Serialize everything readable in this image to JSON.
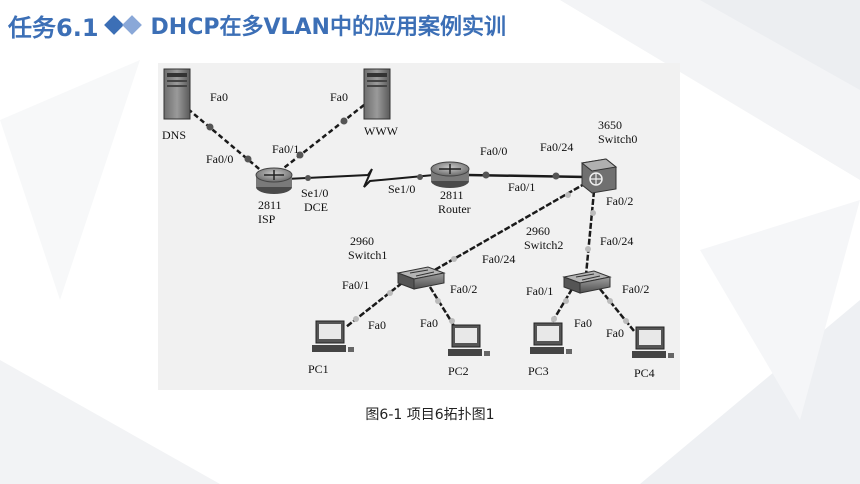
{
  "header": {
    "prefix": "任务6.1",
    "title": "DHCP在多VLAN中的应用案例实训"
  },
  "caption": "图6-1 项目6拓扑图1",
  "colors": {
    "accent": "#3c6fb6",
    "accent_light": "#8aa8d8",
    "diagram_bg": "#f1f1f1",
    "link": "#1a1a1a",
    "port_dot": "#555555"
  },
  "devices": {
    "dns": {
      "name": "DNS",
      "icon": "server-icon"
    },
    "www": {
      "name": "WWW",
      "icon": "server-icon"
    },
    "isp": {
      "model": "2811",
      "name": "ISP",
      "icon": "router-icon"
    },
    "router": {
      "model": "2811",
      "name": "Router",
      "icon": "router-icon"
    },
    "switch0": {
      "model": "3650",
      "name": "Switch0",
      "icon": "multilayer-switch-icon"
    },
    "switch1": {
      "model": "2960",
      "name": "Switch1",
      "icon": "switch-icon"
    },
    "switch2": {
      "model": "2960",
      "name": "Switch2",
      "icon": "switch-icon"
    },
    "pc1": {
      "name": "PC1",
      "icon": "pc-icon"
    },
    "pc2": {
      "name": "PC2",
      "icon": "pc-icon"
    },
    "pc3": {
      "name": "PC3",
      "icon": "pc-icon"
    },
    "pc4": {
      "name": "PC4",
      "icon": "pc-icon"
    }
  },
  "ports": {
    "dns_fa0": "Fa0",
    "www_fa0": "Fa0",
    "isp_fa00": "Fa0/0",
    "isp_fa01": "Fa0/1",
    "isp_se10": "Se1/0",
    "isp_dce": "DCE",
    "router_se10": "Se1/0",
    "router_fa00": "Fa0/0",
    "router_fa01": "Fa0/1",
    "sw0_fa024": "Fa0/24",
    "sw0_fa02": "Fa0/2",
    "sw1_fa024": "Fa0/24",
    "sw1_fa01": "Fa0/1",
    "sw1_fa02": "Fa0/2",
    "sw2_fa024": "Fa0/24",
    "sw2_fa01": "Fa0/1",
    "sw2_fa02": "Fa0/2",
    "pc1_fa0": "Fa0",
    "pc2_fa0": "Fa0",
    "pc3_fa0": "Fa0",
    "pc4_fa0": "Fa0"
  }
}
